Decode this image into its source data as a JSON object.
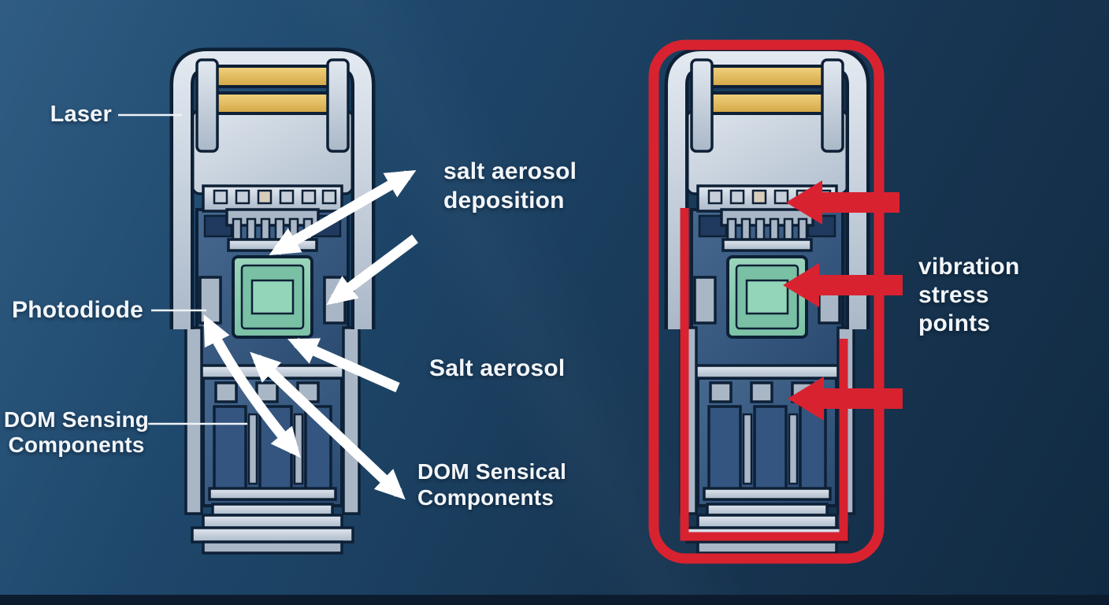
{
  "diagram": {
    "left_callouts": {
      "laser": "Laser",
      "photodiode": "Photodiode",
      "dom_sensing": {
        "line1": "DOM Sensing",
        "line2": "Components"
      }
    },
    "left_annotations": {
      "salt_deposition": {
        "line1": "salt aerosol",
        "line2": "deposition"
      },
      "salt_aerosol": "Salt aerosol",
      "dom_sensical": {
        "line1": "DOM Sensical",
        "line2": "Components"
      }
    },
    "right_annotations": {
      "vibration": {
        "line1": "vibration",
        "line2": "stress",
        "line3": "points"
      }
    },
    "colors": {
      "background_top": "#25547d",
      "background_bottom": "#112a42",
      "highlight_red": "#d92230",
      "arrow_white": "#ffffff",
      "gold_pad": "#e9c169",
      "chip_teal": "#8accb2",
      "module_metal": "#c7d1dd",
      "label_text": "#f2f6fa"
    }
  }
}
